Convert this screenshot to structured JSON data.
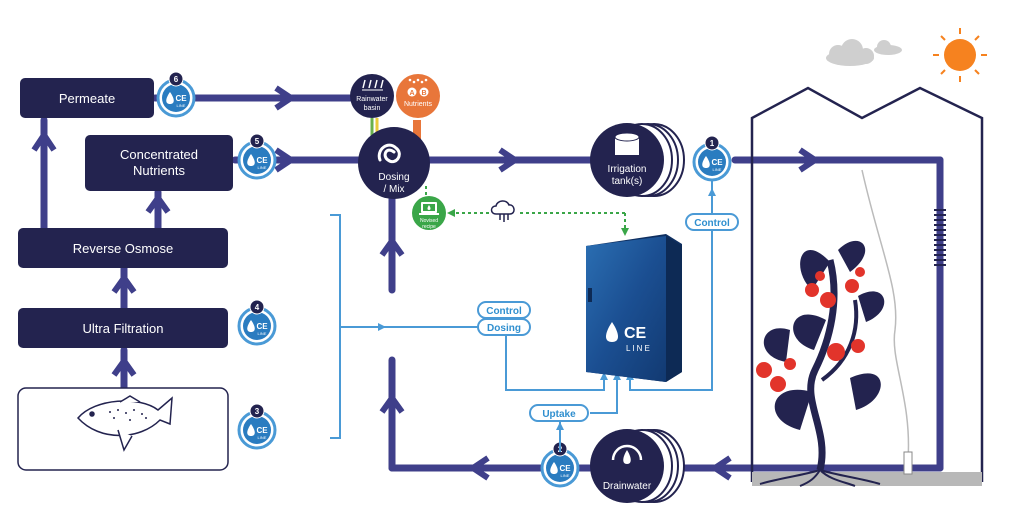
{
  "colors": {
    "navy": "#23234f",
    "blue": "#3f3f8a",
    "lightblue": "#4a9ad6",
    "green": "#3aa648",
    "orange": "#e8763a",
    "tomato": "#e2342b",
    "sun": "#f6821f"
  },
  "boxes": {
    "permeate": "Permeate",
    "concentrated_line1": "Concentrated",
    "concentrated_line2": "Nutrients",
    "reverse_osmose": "Reverse Osmose",
    "ultra_filtration": "Ultra Filtration"
  },
  "nodes": {
    "rainwater_line1": "Rainwater",
    "rainwater_line2": "basin",
    "nutrients": "Nutrients",
    "nutrients_a": "A",
    "nutrients_b": "B",
    "dosing_line1": "Dosing",
    "dosing_line2": "/ Mix",
    "irrigation_line1": "Irrigation",
    "irrigation_line2": "tank(s)",
    "drainwater": "Drainwater",
    "novised_line1": "Novised",
    "novised_line2": "recipe"
  },
  "badges": [
    {
      "number": "1",
      "text": "CE",
      "sub": "LINE"
    },
    {
      "number": "2",
      "text": "CE",
      "sub": "LINE"
    },
    {
      "number": "3",
      "text": "CE",
      "sub": "LINE"
    },
    {
      "number": "4",
      "text": "CE",
      "sub": "LINE"
    },
    {
      "number": "5",
      "text": "CE",
      "sub": "LINE"
    },
    {
      "number": "6",
      "text": "CE",
      "sub": "LINE"
    }
  ],
  "tags": {
    "control_right": "Control",
    "control_mid": "Control",
    "dosing": "Dosing",
    "uptake": "Uptake"
  },
  "cabinet": {
    "logo": "CE",
    "logo_sub": "LINE"
  }
}
